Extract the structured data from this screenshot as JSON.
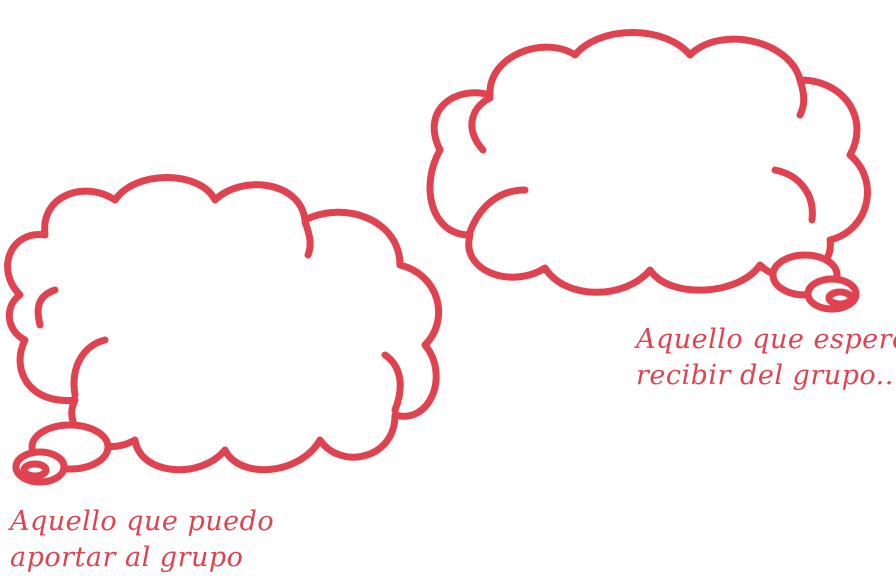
{
  "colors": {
    "stroke": "#e0434f",
    "background": "#ffffff"
  },
  "clouds": [
    {
      "id": "right",
      "caption_lines": [
        "Aquello que espero",
        "recibir del grupo..."
      ]
    },
    {
      "id": "left",
      "caption_lines": [
        "Aquello que puedo",
        "aportar al grupo"
      ]
    }
  ]
}
